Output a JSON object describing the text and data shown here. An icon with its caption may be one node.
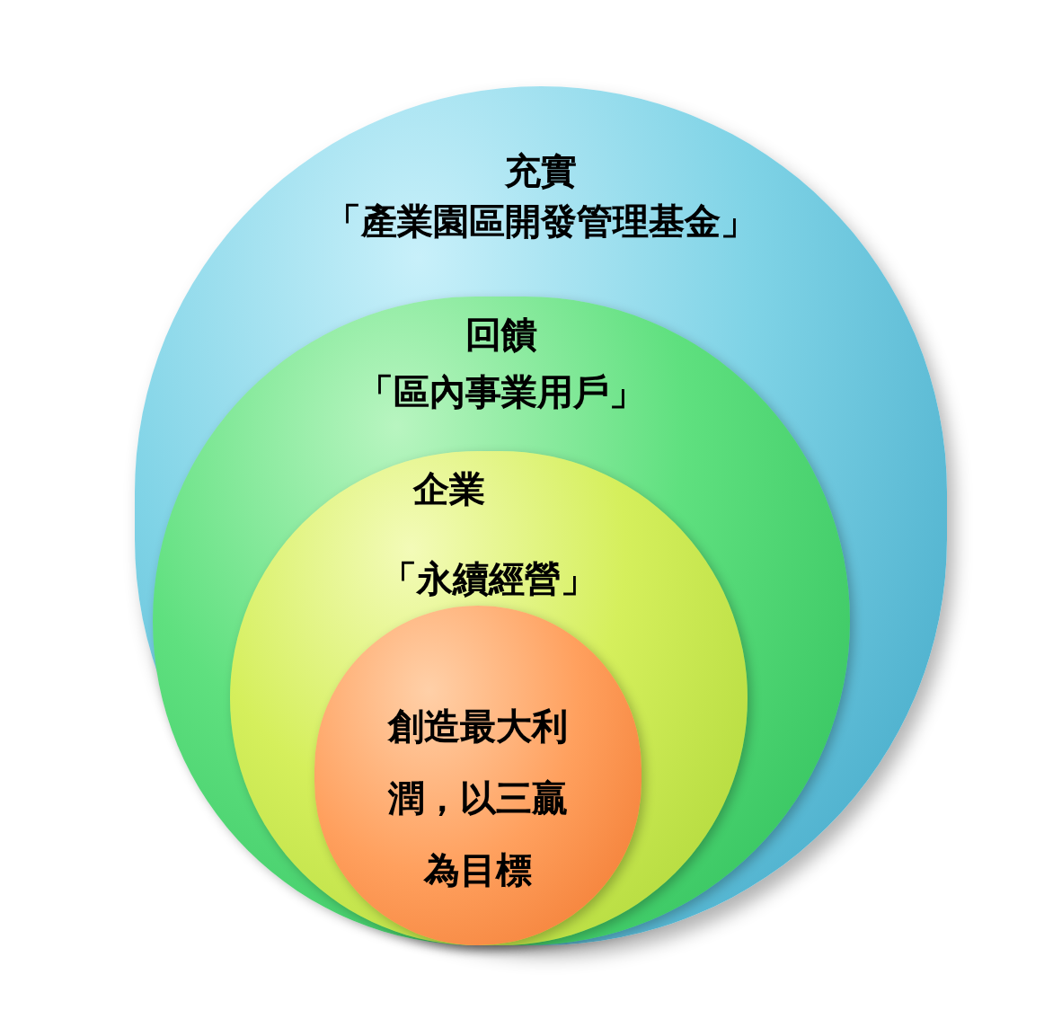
{
  "diagram": {
    "nodes": [
      {
        "text": [
          "充實",
          "「產業園區開發管理基金」"
        ]
      },
      {
        "text": [
          "回饋",
          "「區內事業用戶」"
        ],
        "in": 0
      },
      {
        "text": [
          "企業",
          "「永續經營」"
        ],
        "in": 1
      },
      {
        "text": [
          "創造最大利潤，以三贏為目標"
        ],
        "in": 2
      }
    ]
  }
}
